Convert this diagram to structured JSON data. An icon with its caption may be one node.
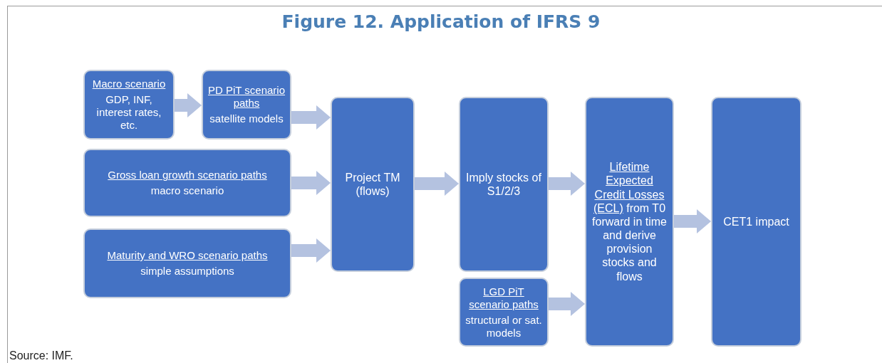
{
  "diagram": {
    "title": "Figure 12. Application of IFRS 9",
    "caption": "Source: IMF.",
    "nodes": [
      {
        "text": [
          "Macro scenario",
          "GDP, INF, interest rates, etc."
        ]
      },
      {
        "text": [
          "PD PiT scenario paths",
          "satellite models"
        ]
      },
      {
        "text": [
          "Gross loan growth scenario paths",
          "macro scenario"
        ]
      },
      {
        "text": [
          "Maturity and WRO scenario paths",
          "simple assumptions"
        ]
      },
      {
        "text": [
          "Project TM (flows)"
        ]
      },
      {
        "text": [
          "Imply stocks of S1/2/3"
        ]
      },
      {
        "text": [
          "LGD PiT scenario paths",
          "structural or sat. models"
        ]
      },
      {
        "text": [
          "Lifetime Expected Credit Losses (ECL)",
          "from T0 forward in time and derive provision stocks and flows"
        ]
      },
      {
        "text": [
          "CET1 impact"
        ]
      }
    ],
    "edges": [
      {
        "from": 0,
        "to": 1,
        "arrow": "to"
      },
      {
        "from": 1,
        "to": 4,
        "arrow": "to"
      },
      {
        "from": 2,
        "to": 4,
        "arrow": "to"
      },
      {
        "from": 3,
        "to": 4,
        "arrow": "to"
      },
      {
        "from": 4,
        "to": 5,
        "arrow": "to"
      },
      {
        "from": 5,
        "to": 7,
        "arrow": "to"
      },
      {
        "from": 6,
        "to": 7,
        "arrow": "to"
      },
      {
        "from": 7,
        "to": 8,
        "arrow": "to"
      }
    ]
  }
}
